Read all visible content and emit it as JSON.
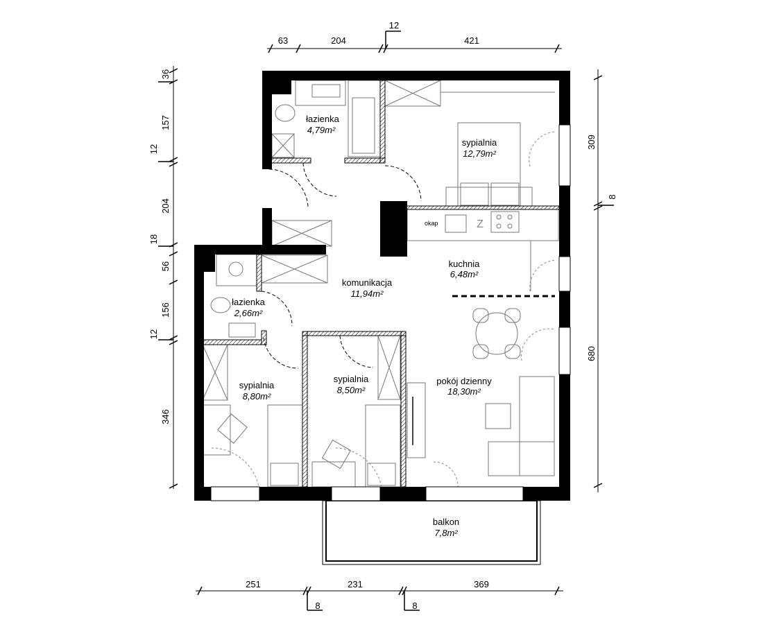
{
  "rooms": {
    "bathroom_1": {
      "name": "łazienka",
      "area": "4,79m²"
    },
    "bedroom_1": {
      "name": "sypialnia",
      "area": "12,79m²"
    },
    "kitchen": {
      "name": "kuchnia",
      "area": "6,48m²",
      "hood_label": "okap",
      "fridge_label": "Z"
    },
    "corridor": {
      "name": "komunikacja",
      "area": "11,94m²"
    },
    "bathroom_2": {
      "name": "łazienka",
      "area": "2,66m²"
    },
    "bedroom_2": {
      "name": "sypialnia",
      "area": "8,80m²"
    },
    "bedroom_3": {
      "name": "sypialnia",
      "area": "8,50m²"
    },
    "living_room": {
      "name": "pokój dzienny",
      "area": "18,30m²"
    },
    "balcony": {
      "name": "balkon",
      "area": "7,8m²"
    }
  },
  "dimensions": {
    "top": [
      "63",
      "204",
      "12",
      "421"
    ],
    "left": [
      "36",
      "157",
      "12",
      "204",
      "18",
      "56",
      "156",
      "12",
      "346"
    ],
    "right": [
      "309",
      "8",
      "680"
    ],
    "bottom": [
      "251",
      "231",
      "369"
    ],
    "bottom_small": [
      "8",
      "8"
    ]
  }
}
